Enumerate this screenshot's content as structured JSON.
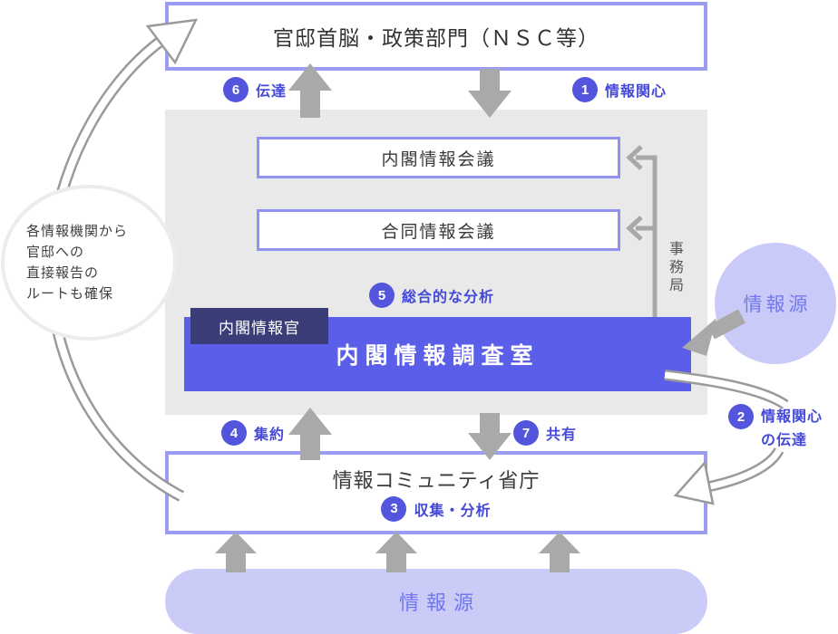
{
  "diagram": {
    "kantei": {
      "label": "官邸首脳・政策部門（ＮＳＣ等）"
    },
    "naikaku_kaigi": {
      "label": "内閣情報会議"
    },
    "godo_kaigi": {
      "label": "合同情報会議"
    },
    "ciro": {
      "label": "内閣情報調査室",
      "tab": "内閣情報官"
    },
    "community": {
      "label": "情報コミュニティ省庁"
    },
    "source_right": {
      "label": "情報源"
    },
    "source_bottom": {
      "label": "情報源"
    },
    "secretariat": {
      "label": "事務局"
    },
    "note": {
      "line1": "各情報機関から",
      "line2": "官邸への",
      "line3": "直接報告の",
      "line4": "ルートも確保"
    },
    "badges": {
      "b1": {
        "num": "1",
        "label": "情報関心"
      },
      "b2": {
        "num": "2",
        "label": "情報関心",
        "label2": "の伝達"
      },
      "b3": {
        "num": "3",
        "label": "収集・分析"
      },
      "b4": {
        "num": "4",
        "label": "集約"
      },
      "b5": {
        "num": "5",
        "label": "総合的な分析"
      },
      "b6": {
        "num": "6",
        "label": "伝達"
      },
      "b7": {
        "num": "7",
        "label": "共有"
      }
    },
    "colors": {
      "accent_purple": "#5a5ee8",
      "border_purple": "#9b9df3",
      "dark_navy": "#3a3d78",
      "light_purple_fill": "#c9caf8",
      "badge_purple": "#5356dd",
      "gray_arrow": "#a9a9a9",
      "panel_gray": "#e9e9e9"
    }
  }
}
